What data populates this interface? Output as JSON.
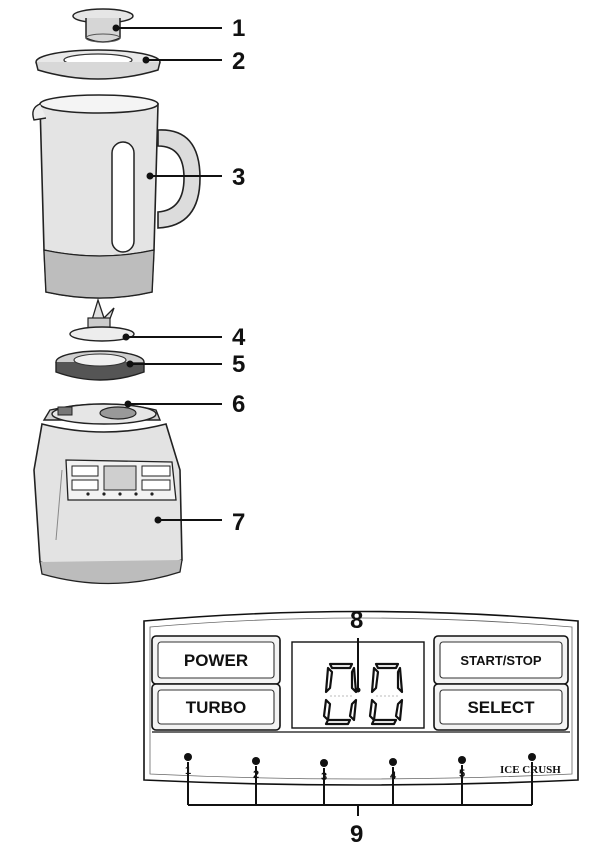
{
  "callouts": [
    "1",
    "2",
    "3",
    "4",
    "5",
    "6",
    "7",
    "8",
    "9"
  ],
  "panel": {
    "buttons": {
      "power": "POWER",
      "turbo": "TURBO",
      "start_stop": "START/STOP",
      "select": "SELECT"
    },
    "display": "00",
    "levels": [
      "1",
      "2",
      "3",
      "4",
      "5"
    ],
    "ice_crush": "ICE CRUSH"
  },
  "colors": {
    "line": "#111111",
    "gray_fill": "#cfcfcf",
    "light_fill": "#ededed",
    "dark_fill": "#555555"
  }
}
